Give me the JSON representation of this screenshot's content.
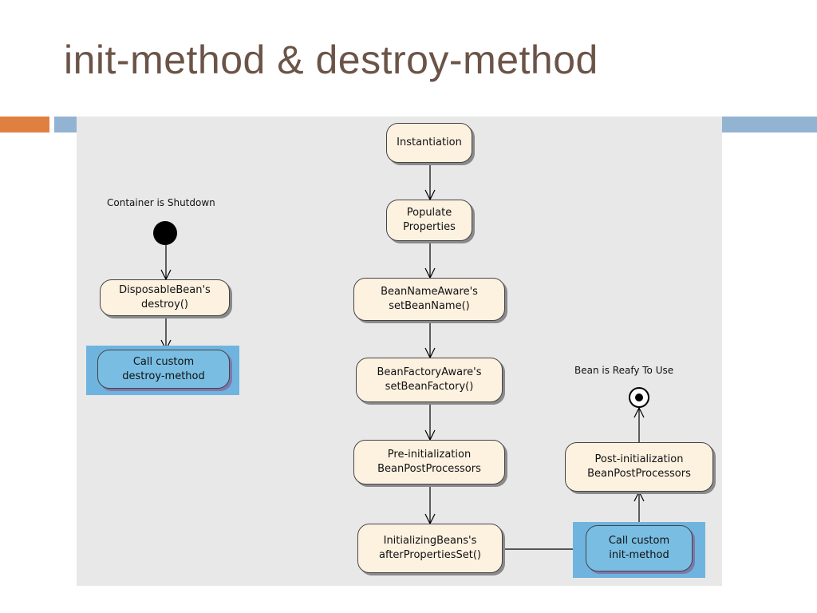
{
  "slide": {
    "title": "init-method & destroy-method"
  },
  "diagram": {
    "nodes": {
      "instantiation": "Instantiation",
      "populate_properties": "Populate\nProperties",
      "bean_name_aware": "BeanNameAware's\nsetBeanName()",
      "bean_factory_aware": "BeanFactoryAware's\nsetBeanFactory()",
      "pre_initialization": "Pre-initialization\nBeanPostProcessors",
      "initializing_beans": "InitializingBeans's\nafterPropertiesSet()",
      "call_custom_init": "Call custom\ninit-method",
      "post_initialization": "Post-initialization\nBeanPostProcessors",
      "disposable_bean": "DisposableBean's\ndestroy()",
      "call_custom_destroy": "Call custom\ndestroy-method"
    },
    "labels": {
      "container_shutdown": "Container is Shutdown",
      "bean_ready": "Bean is Reafy To Use"
    }
  },
  "colors": {
    "title": "#6b5447",
    "accent_orange": "#e08040",
    "accent_blue": "#93b3d2",
    "panel": "#e8e8e8",
    "node_fill": "#fdf1e0",
    "custom_node_fill": "#79bde3",
    "highlight": "#6fb4de"
  }
}
